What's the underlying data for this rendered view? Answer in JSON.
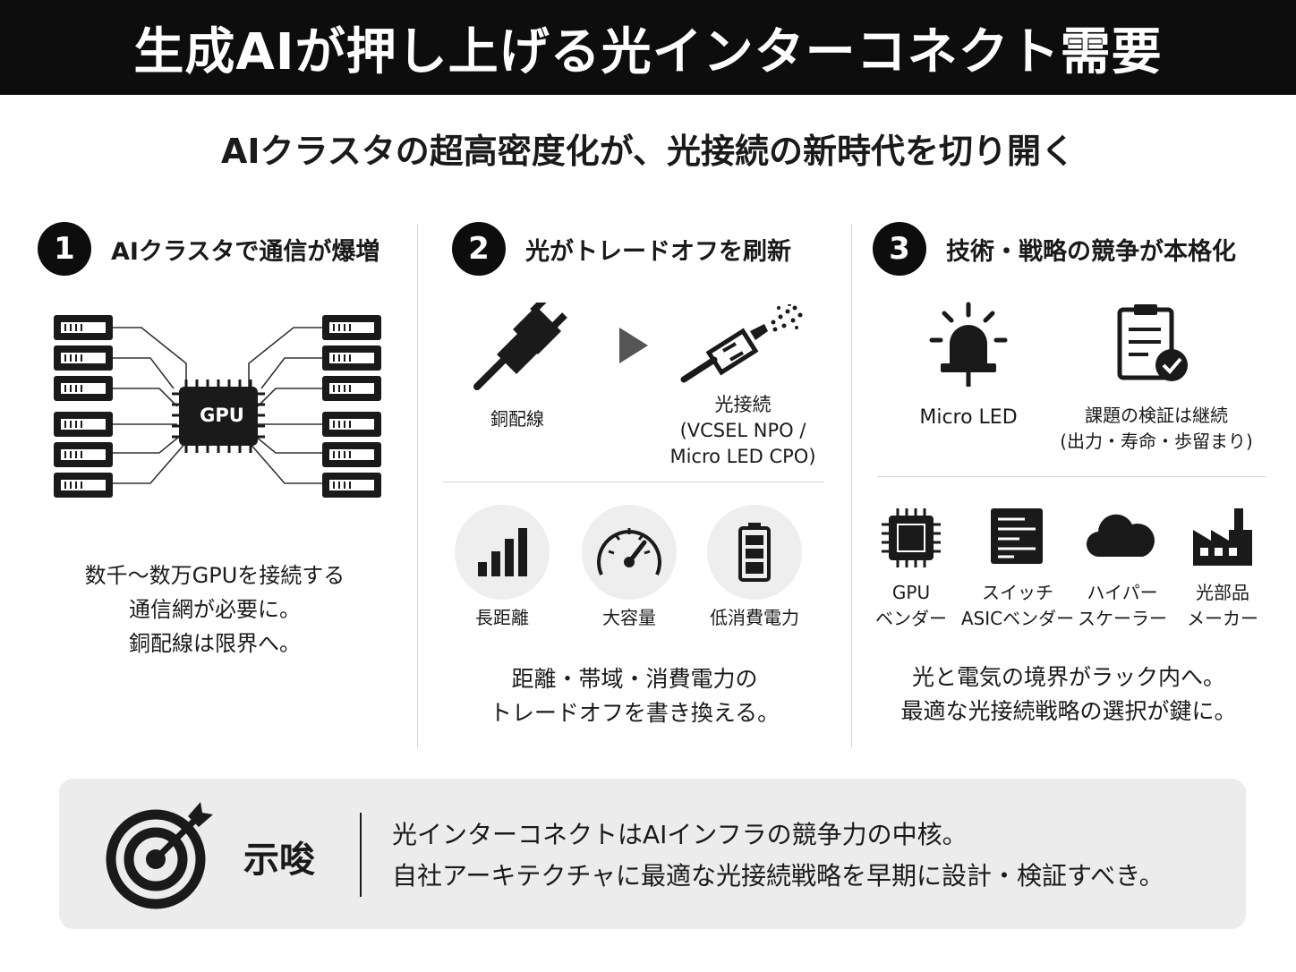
{
  "title": "生成AIが押し上げる光インターコネクト需要",
  "subtitle": "AIクラスタの超高密度化が、光接続の新時代を切り開く",
  "columns": [
    {
      "number": "1",
      "heading": "AIクラスタで通信が爆増",
      "gpu_label": "GPU",
      "description": [
        "数千〜数万GPUを接続する",
        "通信網が必要に。",
        "銅配線は限界へ。"
      ]
    },
    {
      "number": "2",
      "heading": "光がトレードオフを刷新",
      "copper_label": "銅配線",
      "optical_label": [
        "光接続",
        "(VCSEL NPO /",
        "Micro LED CPO)"
      ],
      "metrics": [
        {
          "icon": "signal-bars-icon",
          "label": "長距離"
        },
        {
          "icon": "speedometer-icon",
          "label": "大容量"
        },
        {
          "icon": "battery-icon",
          "label": "低消費電力"
        }
      ],
      "description": [
        "距離・帯域・消費電力の",
        "トレードオフを書き換える。"
      ]
    },
    {
      "number": "3",
      "heading": "技術・戦略の競争が本格化",
      "challenges": [
        {
          "icon": "beacon-light-icon",
          "label": [
            "Micro LED"
          ]
        },
        {
          "icon": "clipboard-check-icon",
          "label": [
            "課題の検証は継続",
            "(出力・寿命・歩留まり)"
          ]
        }
      ],
      "players": [
        {
          "icon": "chip-icon",
          "label": [
            "GPU",
            "ベンダー"
          ]
        },
        {
          "icon": "switch-icon",
          "label": [
            "スイッチ",
            "ASICベンダー"
          ]
        },
        {
          "icon": "cloud-icon",
          "label": [
            "ハイパー",
            "スケーラー"
          ]
        },
        {
          "icon": "factory-icon",
          "label": [
            "光部品",
            "メーカー"
          ]
        }
      ],
      "description": [
        "光と電気の境界がラック内へ。",
        "最適な光接続戦略の選択が鍵に。"
      ]
    }
  ],
  "implication": {
    "label": "示唆",
    "lines": [
      "光インターコネクトはAIインフラの競争力の中核。",
      "自社アーキテクチャに最適な光接続戦略を早期に設計・検証すべき。"
    ]
  }
}
